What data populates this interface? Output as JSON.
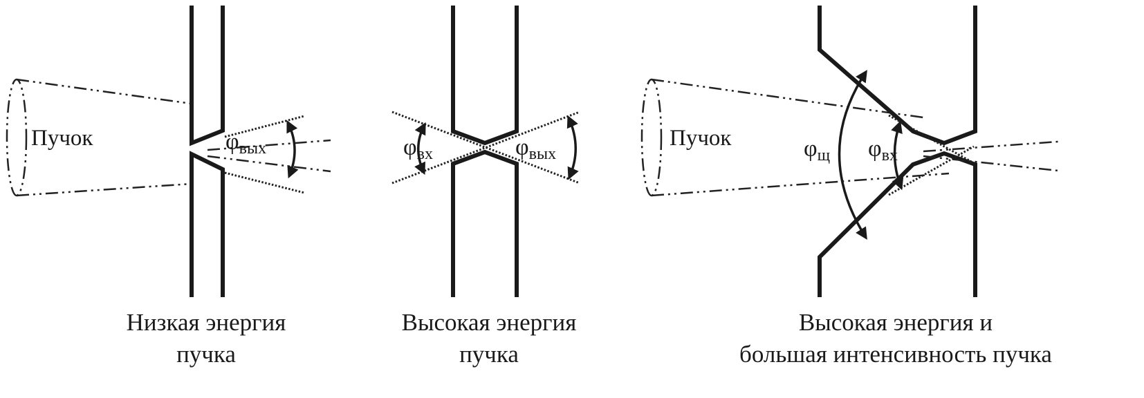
{
  "panels": [
    {
      "beam_label": "Пучок",
      "angle_label": "φ",
      "angle_sub": "вых",
      "caption_line1": "Низкая энергия",
      "caption_line2": "пучка"
    },
    {
      "angle_in_label": "φ",
      "angle_in_sub": "вх",
      "angle_out_label": "φ",
      "angle_out_sub": "вых",
      "caption_line1": "Высокая энергия",
      "caption_line2": "пучка"
    },
    {
      "beam_label": "Пучок",
      "angle_sh_label": "φ",
      "angle_sh_sub": "щ",
      "angle_in_label": "φ",
      "angle_in_sub": "вх",
      "caption_line1": "Высокая энергия и",
      "caption_line2": "большая интенсивность пучка"
    }
  ],
  "colors": {
    "ink": "#1a1a1a",
    "background": "#ffffff"
  }
}
